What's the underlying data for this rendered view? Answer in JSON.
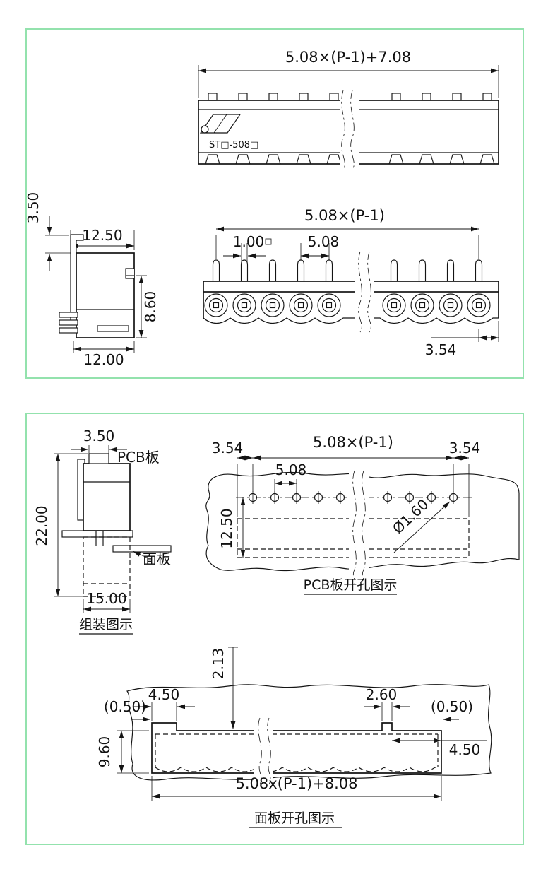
{
  "meta": {
    "background": "#ffffff",
    "panel_border": "#93e2ad",
    "ink": "#141414"
  },
  "sheet1": {
    "top_view": {
      "dim_total_length": "5.08×(P-1)+7.08",
      "part_label": "ST□-508□"
    },
    "side_view": {
      "dim_tab_height": "3.50",
      "dim_top_width": "12.50",
      "dim_body_height": "8.60",
      "dim_bottom_width": "12.00"
    },
    "front_view": {
      "dim_span": "5.08×(P-1)",
      "dim_pin_size": "1.00",
      "dim_pitch": "5.08",
      "dim_end_offset": "3.54"
    }
  },
  "sheet2": {
    "assembly_view": {
      "dim_clamp_width": "3.50",
      "label_pcb": "PCB板",
      "dim_total_height": "22.00",
      "label_panel": "面板",
      "dim_body_width": "15.00",
      "caption": "组装图示"
    },
    "pcb_view": {
      "dim_left_offset": "3.54",
      "dim_span": "5.08×(P-1)",
      "dim_right_offset": "3.54",
      "dim_pitch": "5.08",
      "dim_row_depth": "12.50",
      "dim_hole_dia": "Ø1.60",
      "caption": "PCB板开孔图示"
    },
    "panel_view": {
      "dim_inset": "2.13",
      "dim_tab_left": "4.50",
      "dim_gap_left": "(0.50)",
      "dim_notch": "2.60",
      "dim_gap_right": "(0.50)",
      "dim_opening_height": "9.60",
      "dim_tab_right": "4.50",
      "dim_total_width": "5.08x(P-1)+8.08",
      "caption": "面板开孔图示"
    }
  }
}
